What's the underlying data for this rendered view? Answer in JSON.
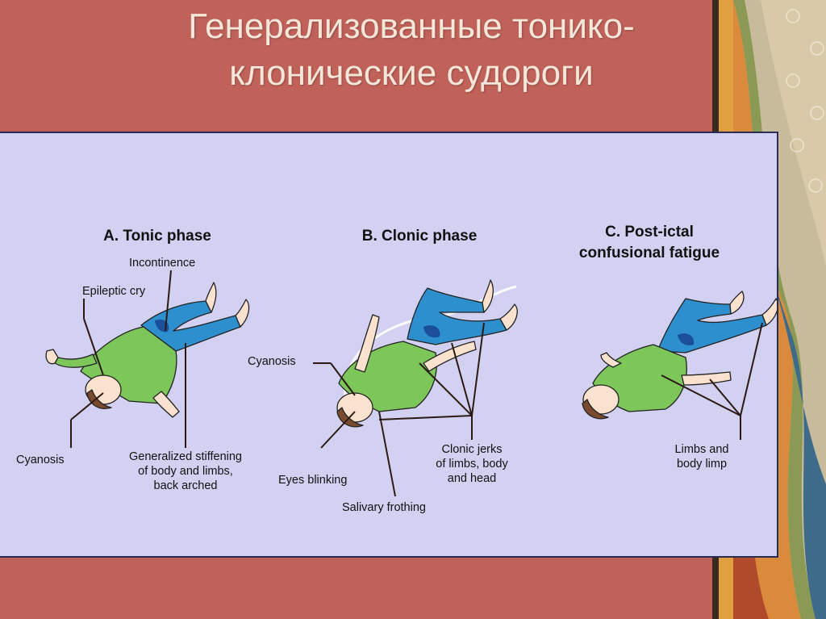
{
  "slide": {
    "title_line1": "Генерализованные тонико-",
    "title_line2": "клонические судороги"
  },
  "diagram": {
    "phase_a": {
      "title": "A. Tonic phase",
      "labels": {
        "incontinence": "Incontinence",
        "epileptic_cry": "Epileptic cry",
        "cyanosis": "Cyanosis",
        "stiffening_1": "Generalized stiffening",
        "stiffening_2": "of body and limbs,",
        "stiffening_3": "back arched"
      }
    },
    "phase_b": {
      "title": "B. Clonic phase",
      "labels": {
        "cyanosis": "Cyanosis",
        "eyes_blinking": "Eyes blinking",
        "salivary_frothing": "Salivary frothing",
        "jerks_1": "Clonic jerks",
        "jerks_2": "of limbs, body",
        "jerks_3": "and head"
      }
    },
    "phase_c": {
      "title_1": "C. Post-ictal",
      "title_2": "confusional fatigue",
      "labels": {
        "limp_1": "Limbs and",
        "limp_2": "body limp"
      }
    }
  },
  "colors": {
    "slide_background": "#c1625a",
    "panel_background": "#d3d1f1",
    "title_text": "#f4e6d8",
    "shirt": "#7cc65a",
    "jeans": "#2e8fce",
    "skin": "#fbe2cf",
    "hair": "#7a4a2e"
  }
}
